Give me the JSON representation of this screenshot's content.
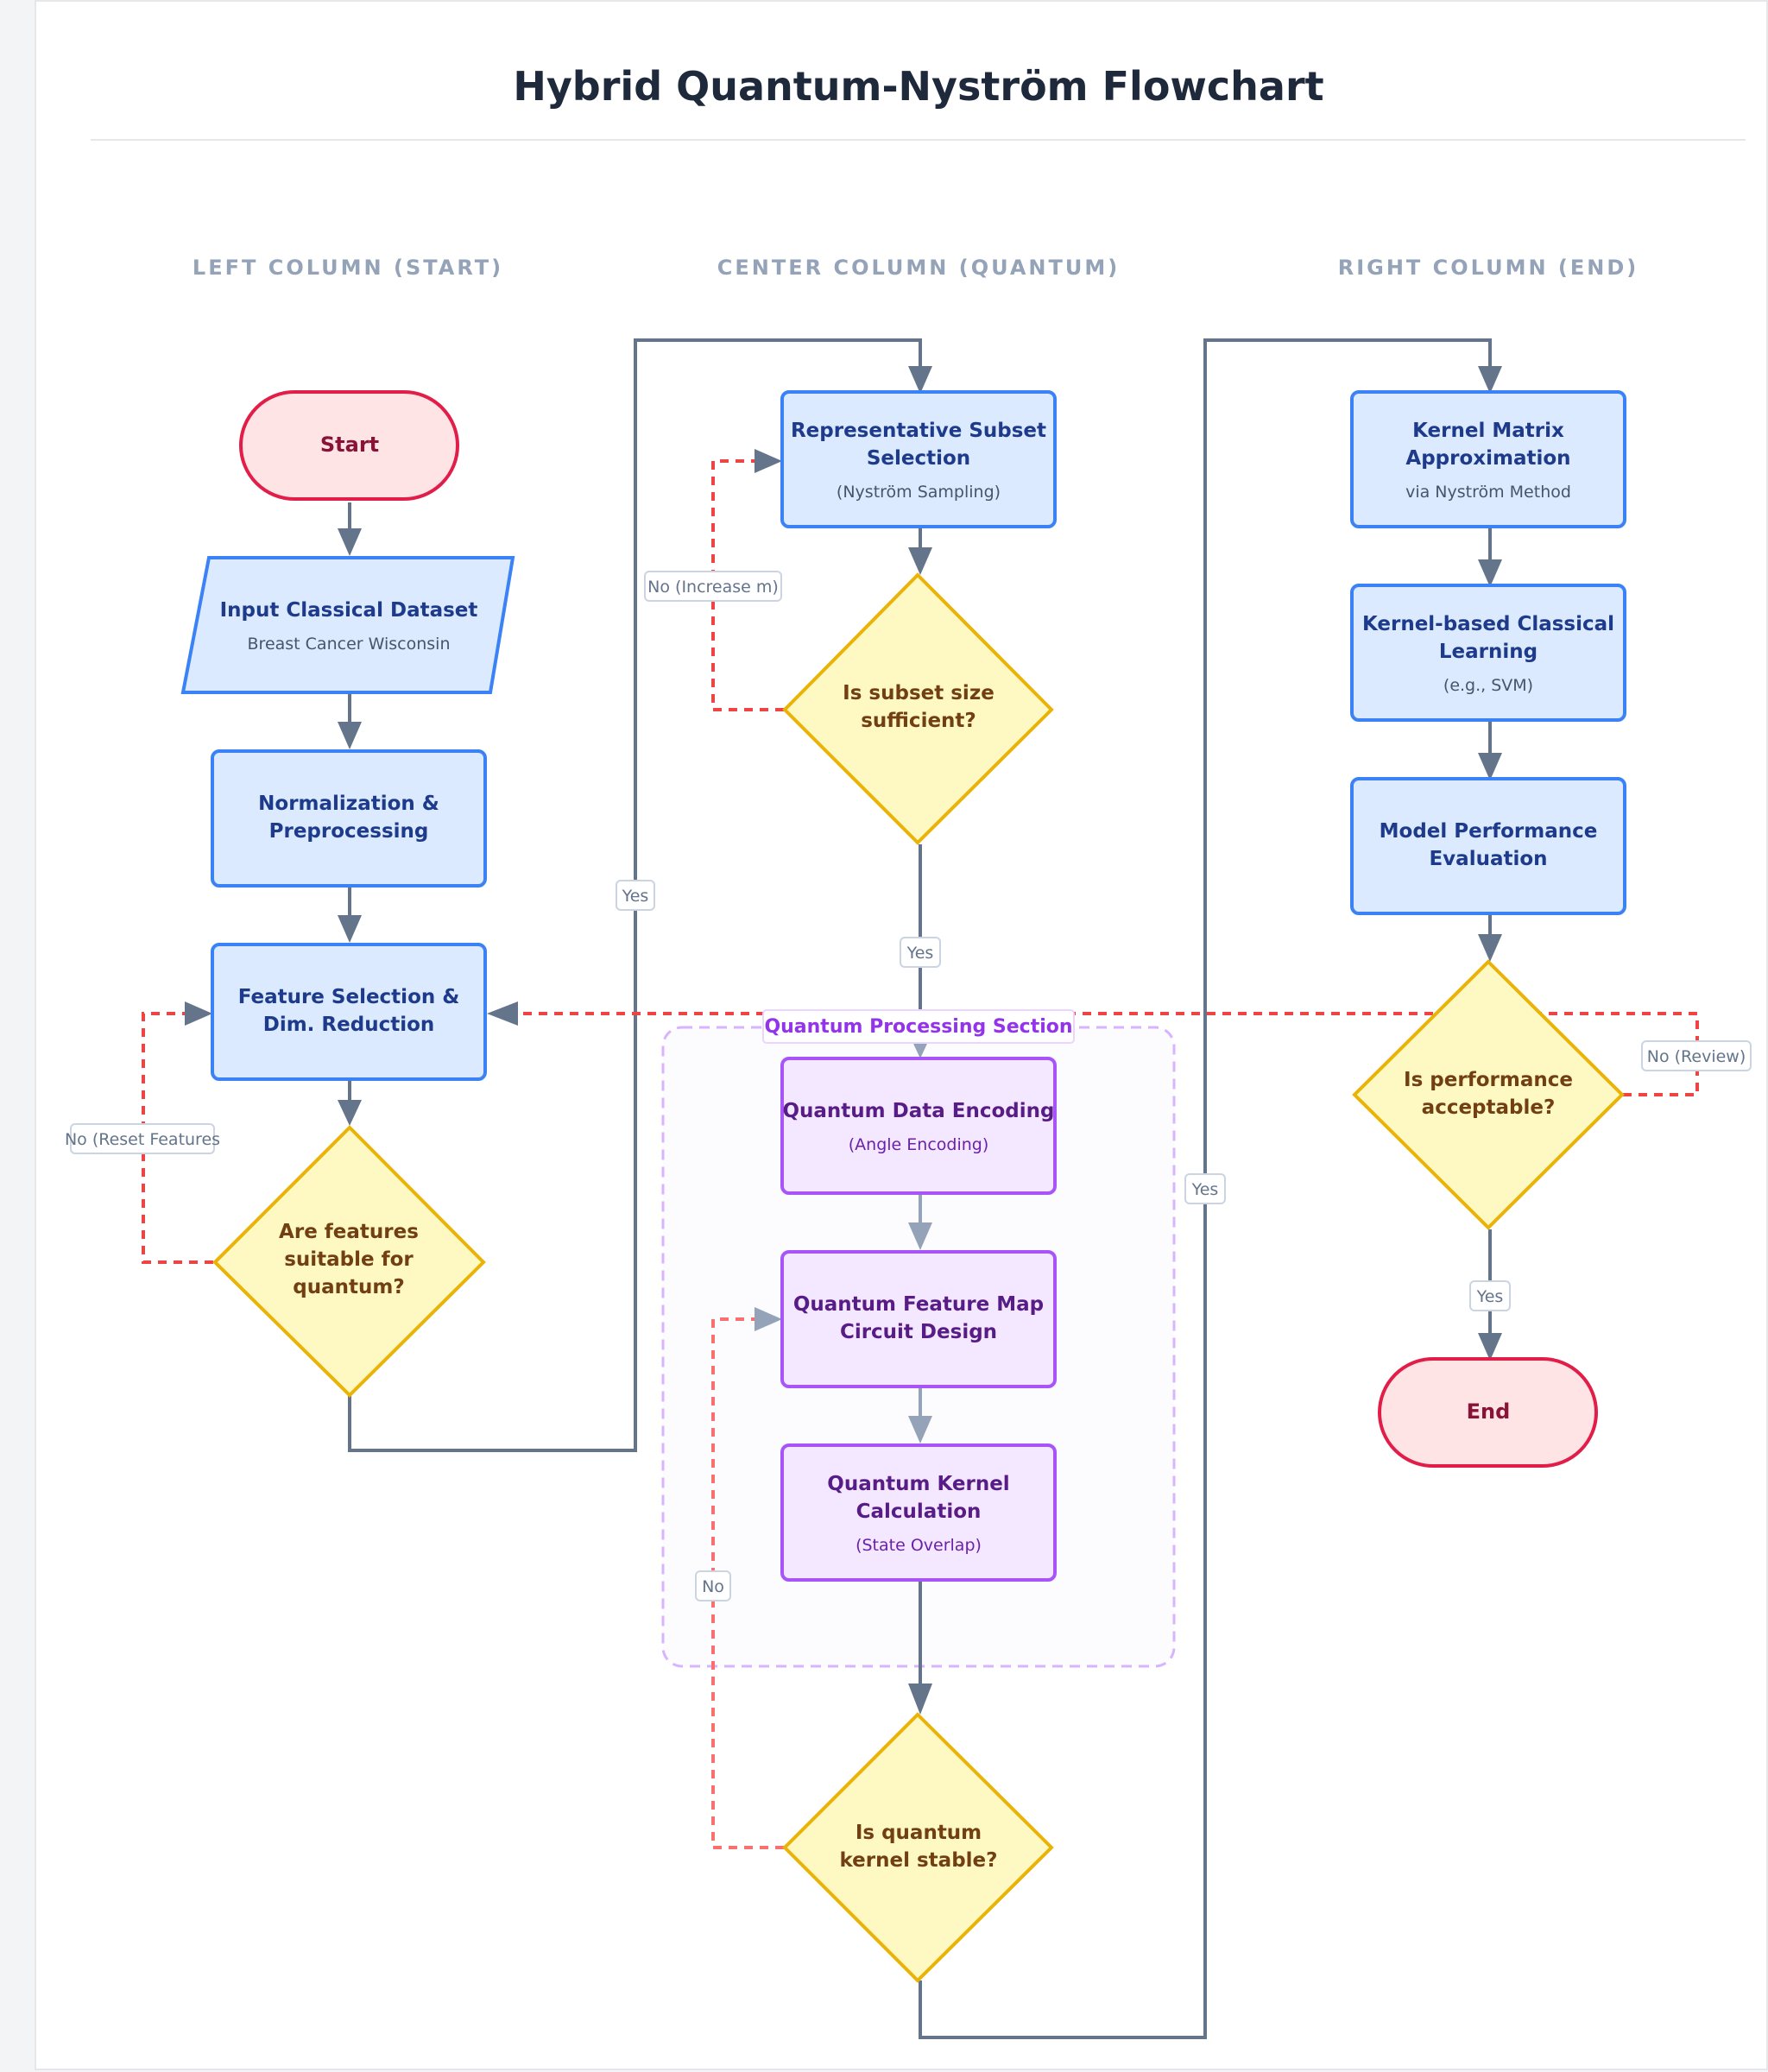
{
  "title": "Hybrid Quantum-Nyström Flowchart",
  "columns": {
    "left": "LEFT COLUMN (START)",
    "center": "CENTER COLUMN (QUANTUM)",
    "right": "RIGHT COLUMN (END)"
  },
  "nodes": {
    "start": "Start",
    "input_title": "Input Classical Dataset",
    "input_sub": "Breast Cancer Wisconsin",
    "norm_l1": "Normalization &",
    "norm_l2": "Preprocessing",
    "feat_l1": "Feature Selection &",
    "feat_l2": "Dim. Reduction",
    "dec_feat_l1": "Are features",
    "dec_feat_l2": "suitable for",
    "dec_feat_l3": "quantum?",
    "subset_l1": "Representative Subset",
    "subset_l2": "Selection",
    "subset_sub": "(Nyström Sampling)",
    "dec_subset_l1": "Is subset size",
    "dec_subset_l2": "sufficient?",
    "section_label": "Quantum Processing Section",
    "enc_title": "Quantum Data Encoding",
    "enc_sub": "(Angle Encoding)",
    "fmap_l1": "Quantum Feature Map",
    "fmap_l2": "Circuit Design",
    "qk_l1": "Quantum Kernel",
    "qk_l2": "Calculation",
    "qk_sub": "(State Overlap)",
    "dec_stable_l1": "Is quantum",
    "dec_stable_l2": "kernel stable?",
    "kma_l1": "Kernel Matrix",
    "kma_l2": "Approximation",
    "kma_sub": "via Nyström Method",
    "kcl_l1": "Kernel-based Classical",
    "kcl_l2": "Learning",
    "kcl_sub": "(e.g., SVM)",
    "eval_l1": "Model Performance",
    "eval_l2": "Evaluation",
    "dec_perf_l1": "Is performance",
    "dec_perf_l2": "acceptable?",
    "end": "End"
  },
  "edge_labels": {
    "no_increase": "No (Increase m)",
    "yes_left": "Yes",
    "yes_subset": "Yes",
    "no_reset": "No (Reset Features",
    "no_review": "No (Review)",
    "yes_stable": "Yes",
    "no_stable": "No",
    "yes_perf": "Yes"
  },
  "colors": {
    "process_fill": "#dbeafe",
    "process_stroke": "#3b82f6",
    "quantum_fill": "#f3e8ff",
    "quantum_stroke": "#a855f7",
    "terminal_fill": "#ffe4e6",
    "terminal_stroke": "#e11d48",
    "decision_fill": "#fef9c3",
    "decision_stroke": "#eab308",
    "flow": "#64748b",
    "loop": "#ef4444"
  }
}
